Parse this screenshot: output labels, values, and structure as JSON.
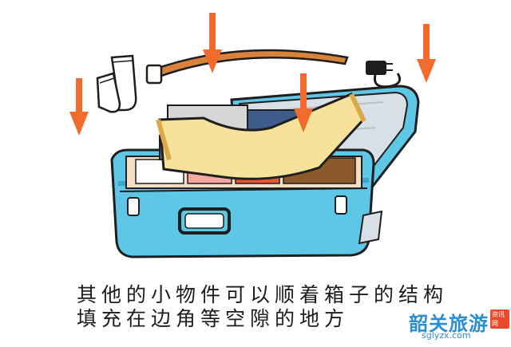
{
  "caption": {
    "line1": "其他的小物件可以顺着箱子的结构",
    "line2": "填充在边角等空隙的地方"
  },
  "watermark": {
    "main": "韶关旅游",
    "sub": "sglyzx.com",
    "tag": "资讯网"
  },
  "colors": {
    "suitcase": "#5ec7e6",
    "suitcase_dark": "#3aa6c9",
    "arrow": "#f26a2c",
    "belt": "#d8823b",
    "sweater": "#f6e29a",
    "lid_lining": "#d9dfe6",
    "outline": "#1e1e1e"
  },
  "icons": [
    "socks-icon",
    "belt-icon",
    "charger-icon",
    "down-arrow-icon",
    "suitcase-icon",
    "sweater-icon"
  ]
}
